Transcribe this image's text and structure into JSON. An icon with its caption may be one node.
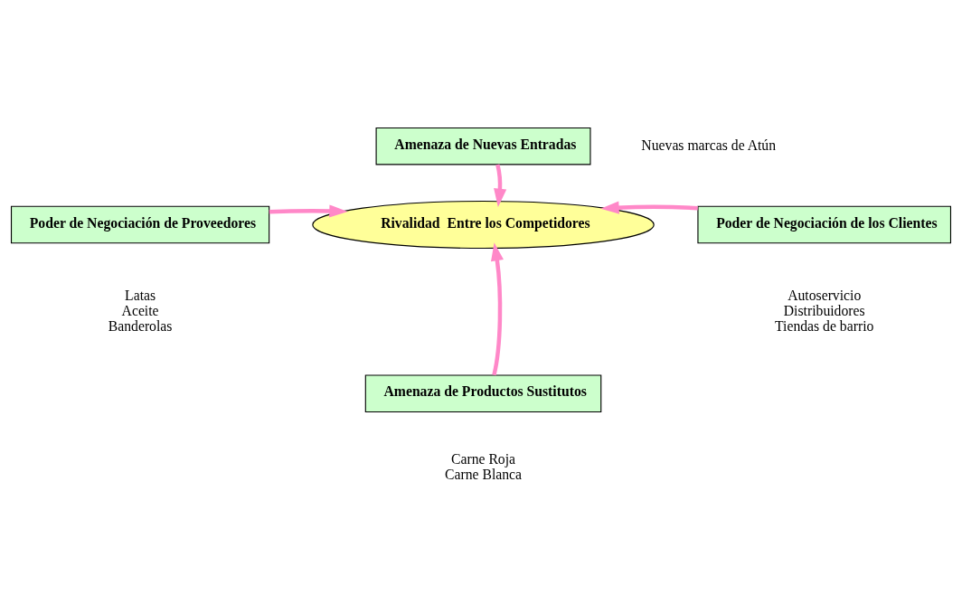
{
  "diagram": {
    "nodes": [
      {
        "text": [
          "Amenaza de Nuevas Entradas"
        ],
        "beside": [
          "Nuevas marcas de Atún"
        ]
      },
      {
        "text": [
          "Poder de Negociación de Proveedores"
        ],
        "beside": [
          "Latas",
          "Aceite",
          "Banderolas"
        ]
      },
      {
        "text": [
          "Rivalidad  Entre los Competidores"
        ]
      },
      {
        "text": [
          "Poder de Negociación de los Clientes"
        ],
        "beside": [
          "Autoservicio",
          "Distribuidores",
          "Tiendas de barrio"
        ]
      },
      {
        "text": [
          "Amenaza de Productos Sustitutos"
        ],
        "beside": [
          "Carne Roja",
          "Carne Blanca"
        ]
      }
    ],
    "edges": [
      {
        "from": 0,
        "to": 2,
        "arrow": "to"
      },
      {
        "from": 1,
        "to": 2,
        "arrow": "to"
      },
      {
        "from": 3,
        "to": 2,
        "arrow": "to"
      },
      {
        "from": 4,
        "to": 2,
        "arrow": "to"
      }
    ]
  }
}
